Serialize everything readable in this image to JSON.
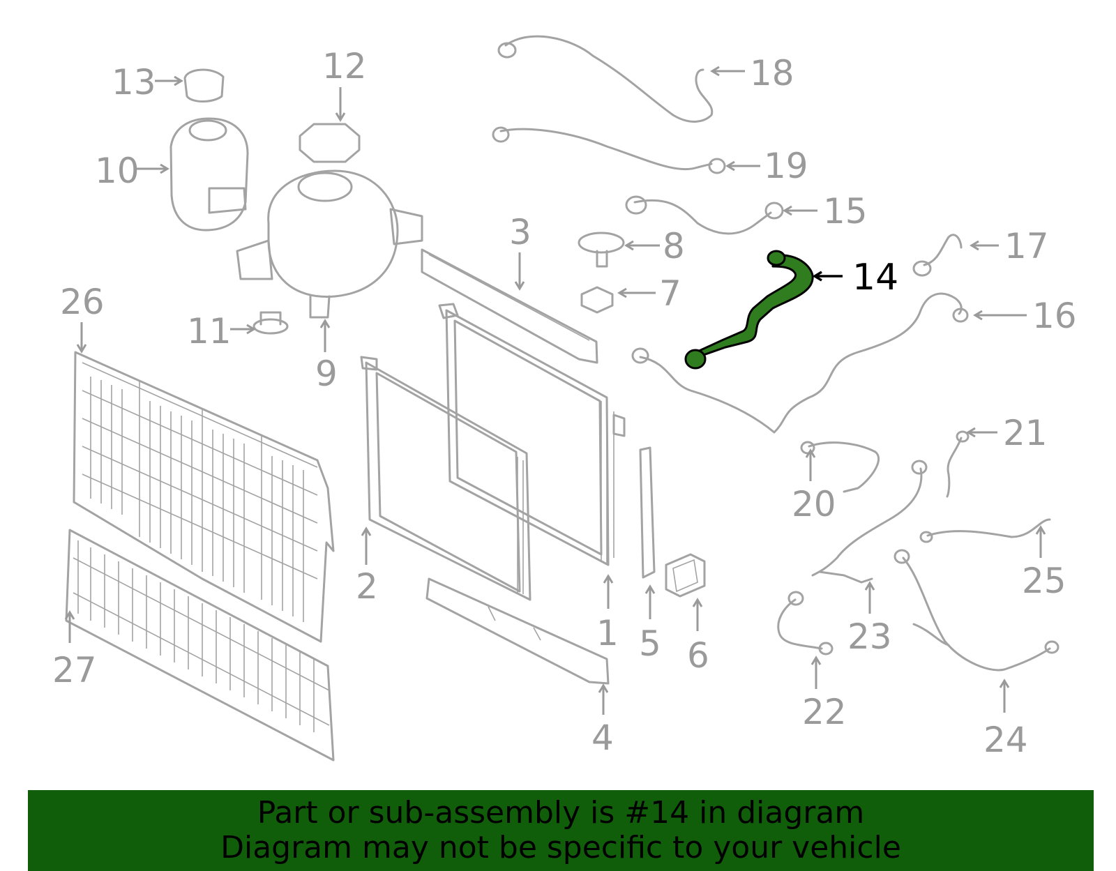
{
  "callouts": [
    {
      "id": "1",
      "label": "1"
    },
    {
      "id": "2",
      "label": "2"
    },
    {
      "id": "3",
      "label": "3"
    },
    {
      "id": "4",
      "label": "4"
    },
    {
      "id": "5",
      "label": "5"
    },
    {
      "id": "6",
      "label": "6"
    },
    {
      "id": "7",
      "label": "7"
    },
    {
      "id": "8",
      "label": "8"
    },
    {
      "id": "9",
      "label": "9"
    },
    {
      "id": "10",
      "label": "10"
    },
    {
      "id": "11",
      "label": "11"
    },
    {
      "id": "12",
      "label": "12"
    },
    {
      "id": "13",
      "label": "13"
    },
    {
      "id": "14",
      "label": "14"
    },
    {
      "id": "15",
      "label": "15"
    },
    {
      "id": "16",
      "label": "16"
    },
    {
      "id": "17",
      "label": "17"
    },
    {
      "id": "18",
      "label": "18"
    },
    {
      "id": "19",
      "label": "19"
    },
    {
      "id": "20",
      "label": "20"
    },
    {
      "id": "21",
      "label": "21"
    },
    {
      "id": "22",
      "label": "22"
    },
    {
      "id": "23",
      "label": "23"
    },
    {
      "id": "24",
      "label": "24"
    },
    {
      "id": "25",
      "label": "25"
    },
    {
      "id": "26",
      "label": "26"
    },
    {
      "id": "27",
      "label": "27"
    }
  ],
  "highlighted_part": "14",
  "banner": {
    "line1": "Part or sub-assembly is #14 in diagram",
    "line2": "Diagram may not be specific to your vehicle"
  },
  "colors": {
    "part_stroke": "#a3a3a3",
    "label_gray": "#9a9a9a",
    "highlight_fill": "#2f7d1f",
    "banner_bg": "#115e0a",
    "banner_text": "#000000"
  }
}
